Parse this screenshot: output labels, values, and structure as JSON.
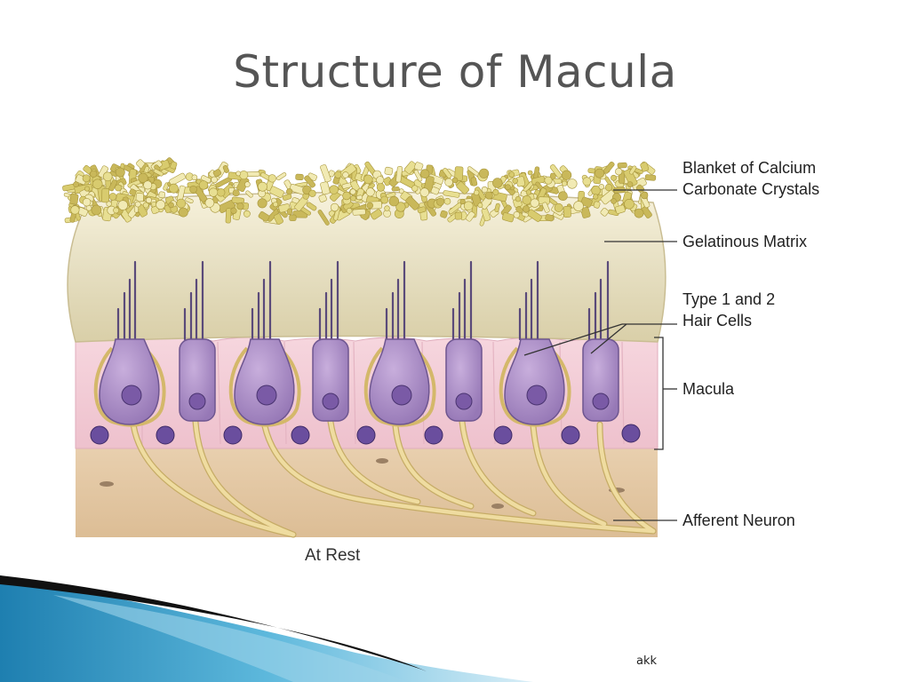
{
  "slide": {
    "title": "Structure of Macula",
    "footer": "akk"
  },
  "diagram": {
    "caption": "At Rest",
    "labels": {
      "crystals_line1": "Blanket of Calcium",
      "crystals_line2": "Carbonate Crystals",
      "matrix": "Gelatinous Matrix",
      "hair_cells_line1": "Type 1 and 2",
      "hair_cells_line2": "Hair Cells",
      "macula": "Macula",
      "neuron": "Afferent Neuron"
    }
  },
  "colors": {
    "title": "#555555",
    "crystals": "#e3d98a",
    "matrix": "#e7e0c4",
    "macula_tissue": "#f2c9d3",
    "hair_cell": "#a886c2",
    "nerve": "#e3cc8a",
    "swoosh_blue": "#2d96c4"
  }
}
